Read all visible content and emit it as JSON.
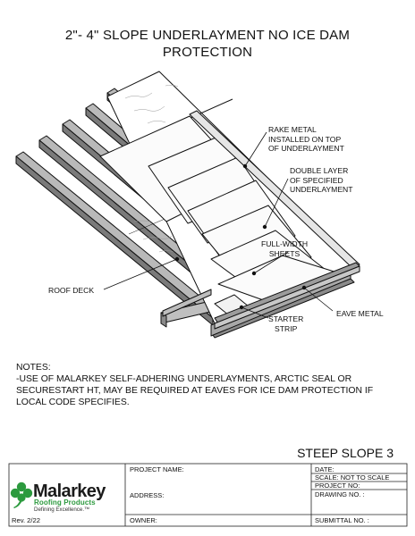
{
  "title": {
    "line1": "2\"- 4\" SLOPE UNDERLAYMENT NO ICE DAM",
    "line2": "PROTECTION"
  },
  "callouts": {
    "rake_metal": [
      "RAKE METAL",
      "INSTALLED ON TOP",
      "OF UNDERLAYMENT"
    ],
    "double_layer": [
      "DOUBLE LAYER",
      "OF SPECIFIED",
      "UNDERLAYMENT"
    ],
    "full_width": [
      "FULL-WIDTH",
      "SHEETS"
    ],
    "roof_deck": "ROOF DECK",
    "eave_metal": "EAVE METAL",
    "starter_strip": [
      "STARTER",
      "STRIP"
    ]
  },
  "notes": {
    "heading": "NOTES:",
    "lines": [
      "-USE OF MALARKEY SELF-ADHERING UNDERLAYMENTS, ARCTIC SEAL OR",
      "SECURESTART HT, MAY BE REQUIRED AT EAVES FOR ICE DAM PROTECTION IF",
      "LOCAL CODE SPECIFIES."
    ]
  },
  "sheet_name": "STEEP SLOPE 3",
  "title_block": {
    "project_name": "PROJECT NAME:",
    "address": "ADDRESS:",
    "owner": "OWNER:",
    "date": "DATE:",
    "scale": "SCALE:  NOT TO SCALE",
    "project_no": "PROJECT NO:",
    "drawing_no": "DRAWING NO. :",
    "submittal_no": "SUBMITTAL NO. :",
    "revision": "Rev. 2/22"
  },
  "logo": {
    "name": "Malarkey",
    "sub": "Roofing Products",
    "tagline": "Defining Excellence.™",
    "colors": {
      "green": "#2c9a3e",
      "dark": "#1b1b1b"
    }
  }
}
